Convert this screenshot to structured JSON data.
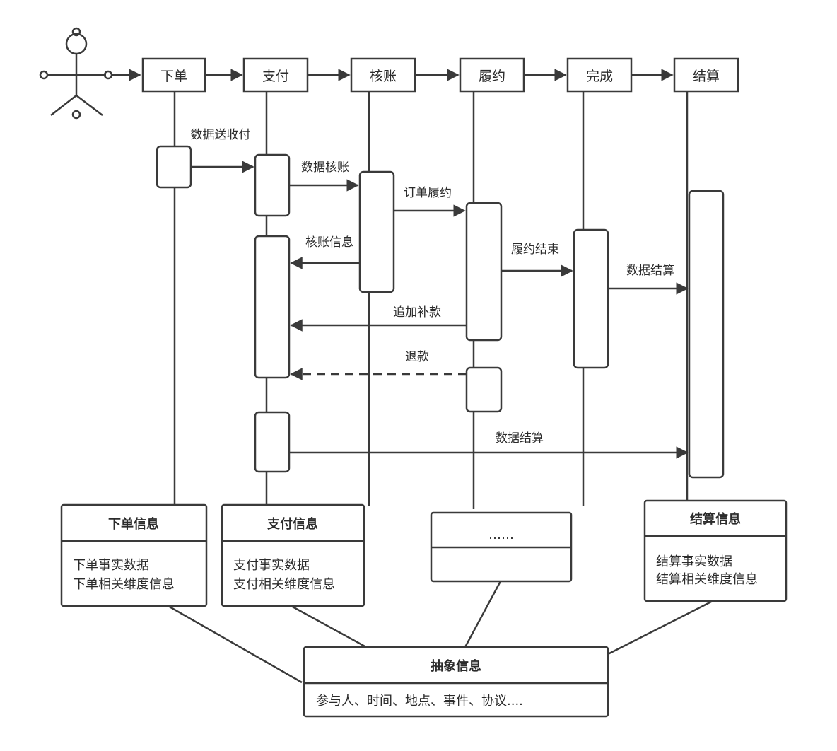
{
  "lanes": [
    "下单",
    "支付",
    "核账",
    "履约",
    "完成",
    "结算"
  ],
  "messages": {
    "m1": "数据送收付",
    "m2": "数据核账",
    "m3": "订单履约",
    "m4": "核账信息",
    "m5": "履约结束",
    "m6": "数据结算",
    "m7": "追加补款",
    "m8": "退款",
    "m9": "数据结算"
  },
  "entities": {
    "order": {
      "title": "下单信息",
      "lines": [
        "下单事实数据",
        "下单相关维度信息"
      ]
    },
    "pay": {
      "title": "支付信息",
      "lines": [
        "支付事实数据",
        "支付相关维度信息"
      ]
    },
    "fulfil": {
      "title": "……",
      "lines": []
    },
    "settle": {
      "title": "结算信息",
      "lines": [
        "结算事实数据",
        "结算相关维度信息"
      ]
    },
    "abstract": {
      "title": "抽象信息",
      "lines": [
        "参与人、时间、地点、事件、协议...."
      ]
    }
  }
}
